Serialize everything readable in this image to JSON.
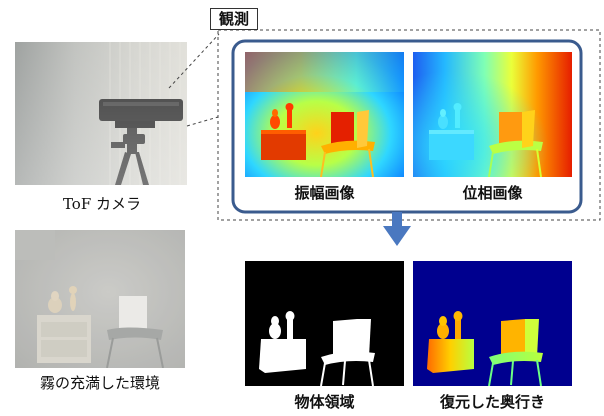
{
  "labels": {
    "observation": "観測",
    "camera": "ToF カメラ",
    "fog_scene": "霧の充満した環境",
    "amplitude": "振幅画像",
    "phase": "位相画像",
    "object_region": "物体領域",
    "recovered_depth": "復元した奥行き"
  },
  "colors": {
    "frame_blue": "#3a5b8e",
    "arrow_blue": "#4a78c0",
    "dashed": "#444444"
  }
}
